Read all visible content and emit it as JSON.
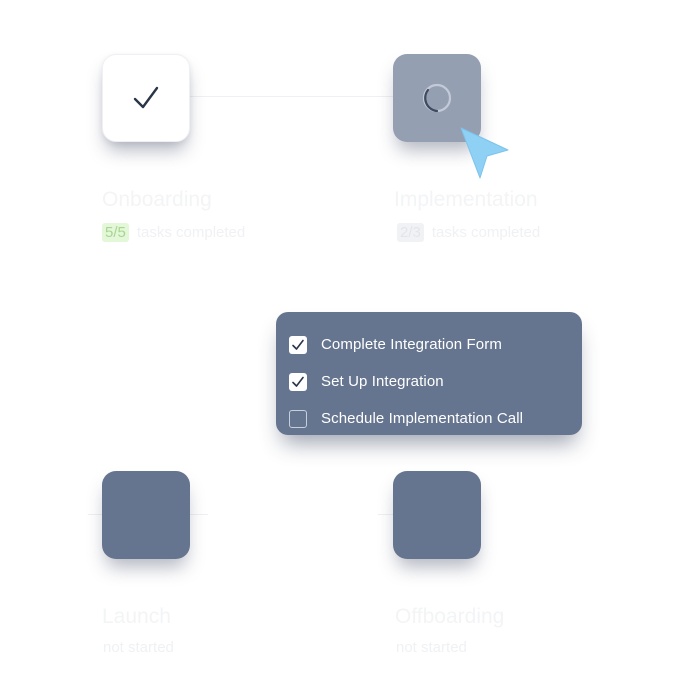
{
  "stages": [
    {
      "title": "Onboarding",
      "badge": "5/5",
      "status": "tasks completed",
      "state": "complete",
      "icon": "check-icon"
    },
    {
      "title": "Implementation",
      "badge": "2/3",
      "status": "tasks completed",
      "state": "in-progress",
      "icon": "spinner-icon"
    },
    {
      "title": "Launch",
      "status": "not started",
      "state": "not-started"
    },
    {
      "title": "Offboarding",
      "status": "not started",
      "state": "not-started"
    }
  ],
  "checklist": {
    "items": [
      {
        "label": "Complete Integration Form",
        "checked": true
      },
      {
        "label": "Set Up Integration",
        "checked": true
      },
      {
        "label": "Schedule Implementation Call",
        "checked": false
      }
    ]
  },
  "colors": {
    "tile_dark": "#66758f",
    "tile_active": "#959fb2",
    "cursor": "#8fd0f5",
    "badge_green": "#e4f7d9"
  }
}
